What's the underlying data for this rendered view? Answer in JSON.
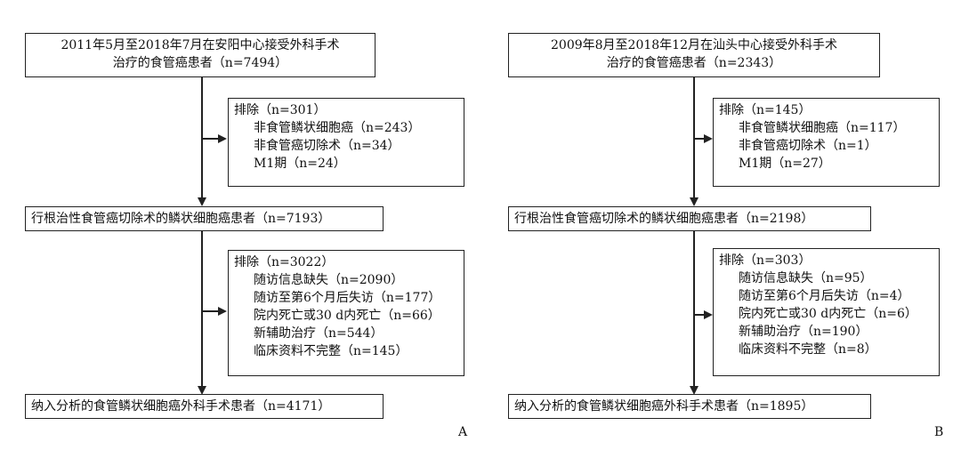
{
  "panels": [
    {
      "letter": "A",
      "start": [
        "2011年5月至2018年7月在安阳中心接受外科手术",
        "治疗的食管癌患者（n=7494）"
      ],
      "exclude1": [
        "排除（n=301）",
        "非食管鳞状细胞癌（n=243）",
        "非食管癌切除术（n=34）",
        "M1期（n=24）"
      ],
      "middle": "行根治性食管癌切除术的鳞状细胞癌患者（n=7193）",
      "exclude2": [
        "排除（n=3022）",
        "随访信息缺失（n=2090）",
        "随访至第6个月后失访（n=177）",
        "院内死亡或30 d内死亡（n=66）",
        "新辅助治疗（n=544）",
        "临床资料不完整（n=145）"
      ],
      "final": "纳入分析的食管鳞状细胞癌外科手术患者（n=4171）"
    },
    {
      "letter": "B",
      "start": [
        "2009年8月至2018年12月在汕头中心接受外科手术",
        "治疗的食管癌患者（n=2343）"
      ],
      "exclude1": [
        "排除（n=145）",
        "非食管鳞状细胞癌（n=117）",
        "非食管癌切除术（n=1）",
        "M1期（n=27）"
      ],
      "middle": "行根治性食管癌切除术的鳞状细胞癌患者（n=2198）",
      "exclude2": [
        "排除（n=303）",
        "随访信息缺失（n=95）",
        "随访至第6个月后失访（n=4）",
        "院内死亡或30 d内死亡（n=6）",
        "新辅助治疗（n=190）",
        "临床资料不完整（n=8）"
      ],
      "final": "纳入分析的食管鳞状细胞癌外科手术患者（n=1895）"
    }
  ]
}
